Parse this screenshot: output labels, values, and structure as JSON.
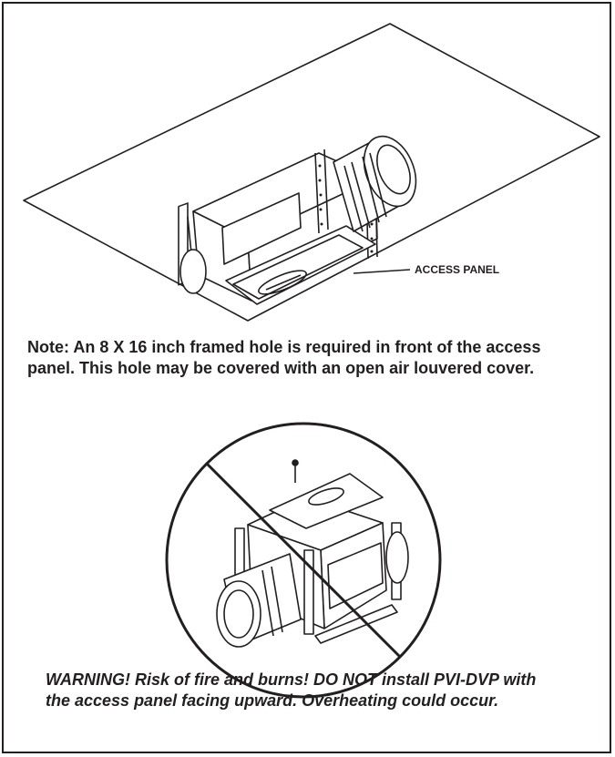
{
  "callout_label": "ACCESS PANEL",
  "note_text": "Note:  An 8 X 16 inch framed hole is required  in front of the access panel. This hole may be covered with an open air louvered cover.",
  "warning_text": "WARNING!  Risk of fire and burns! DO NOT install PVI-DVP with the access panel facing upward. Overheating could occur.",
  "colors": {
    "ink": "#231f20",
    "paper": "#ffffff"
  },
  "icons": [
    "prohibition-sign"
  ]
}
